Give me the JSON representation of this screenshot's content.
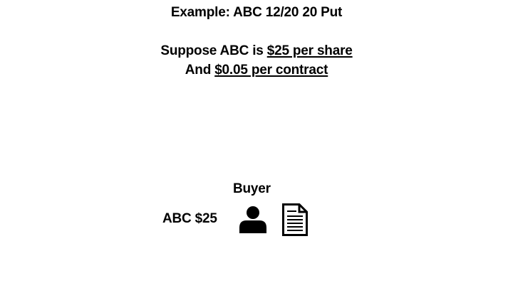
{
  "slide": {
    "title": "Example: ABC 12/20 20 Put",
    "line1": {
      "prefix": "Suppose ABC is ",
      "emphasis": "$25 per share"
    },
    "line2": {
      "prefix": "And ",
      "emphasis": "$0.05 per contract"
    },
    "buyer_label": "Buyer",
    "stock_price_label": "ABC $25",
    "icons": {
      "person": "person-icon",
      "document": "document-icon"
    },
    "colors": {
      "text": "#000000",
      "background": "#ffffff"
    }
  }
}
